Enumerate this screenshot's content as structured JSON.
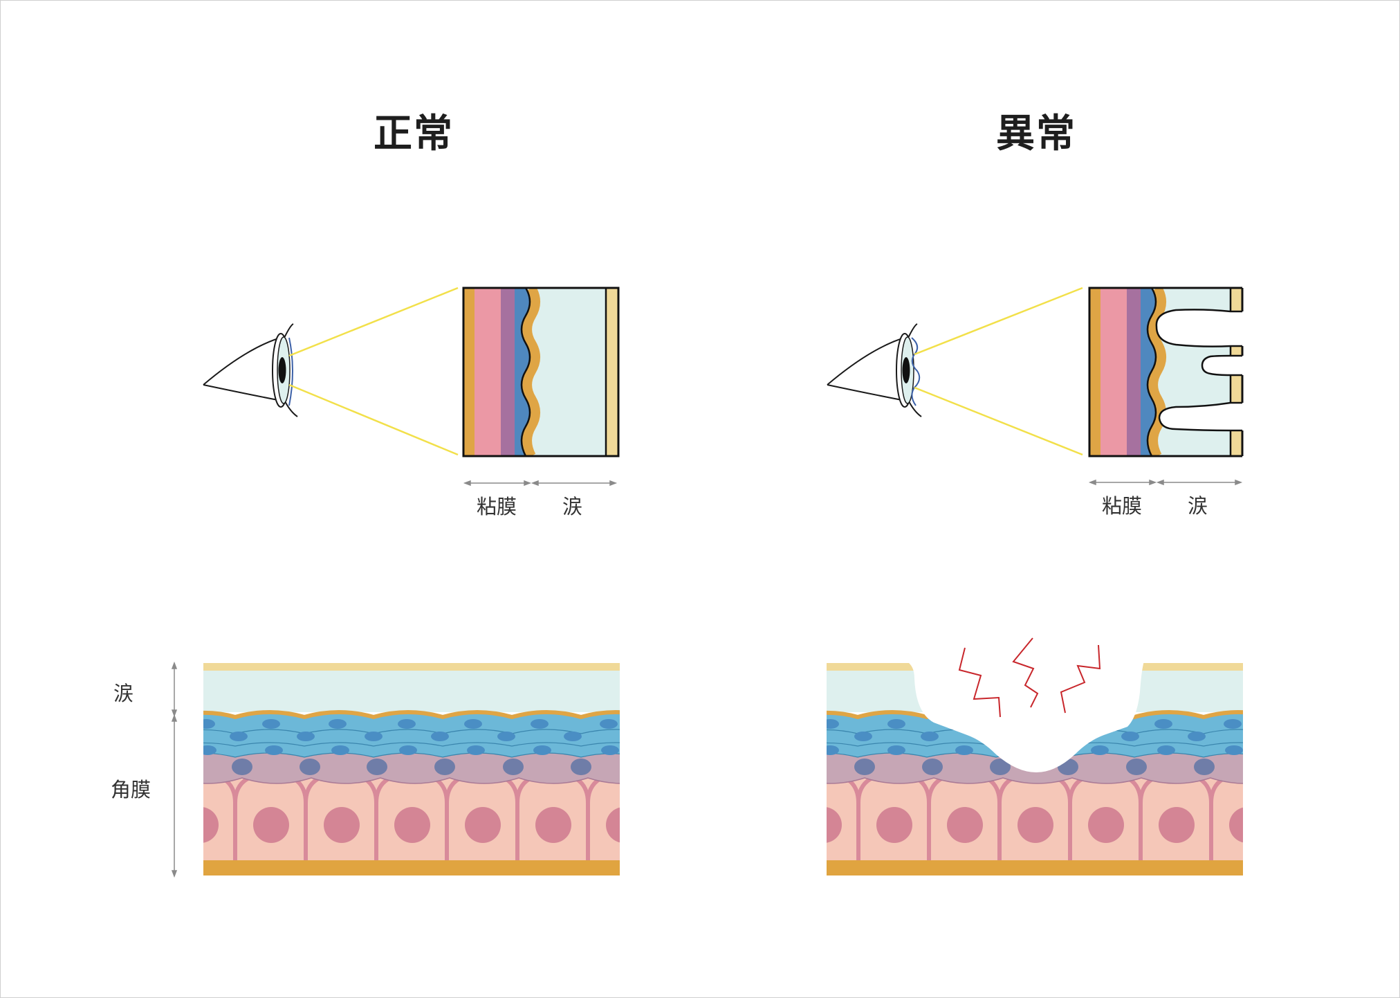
{
  "titles": {
    "normal": "正常",
    "abnormal": "異常"
  },
  "labels": {
    "normal_mucosa": "粘膜",
    "normal_tear": "涙",
    "abnormal_mucosa": "粘膜",
    "abnormal_tear": "涙",
    "side_tear": "涙",
    "side_cornea": "角膜"
  },
  "colors": {
    "tear_outer": "#f0d998",
    "tear_fluid": "#def0ee",
    "mucin": "#dfa545",
    "epithelium": "#6cb8d8",
    "nucleus_blue": "#4a8ec4",
    "wing_cell": "#c6a6b5",
    "nucleus_purple": "#6f7da8",
    "basal_cell": "#f5c7b8",
    "basal_border": "#d88a9a",
    "nucleus_pink": "#d48595",
    "basement": "#e0a440",
    "magnifier": "#f2e04a",
    "damage": "#c8262b",
    "mucosa_pink": "#eb98a5",
    "mucosa_purple": "#a6719f",
    "mucosa_blue": "#4f88bf"
  }
}
